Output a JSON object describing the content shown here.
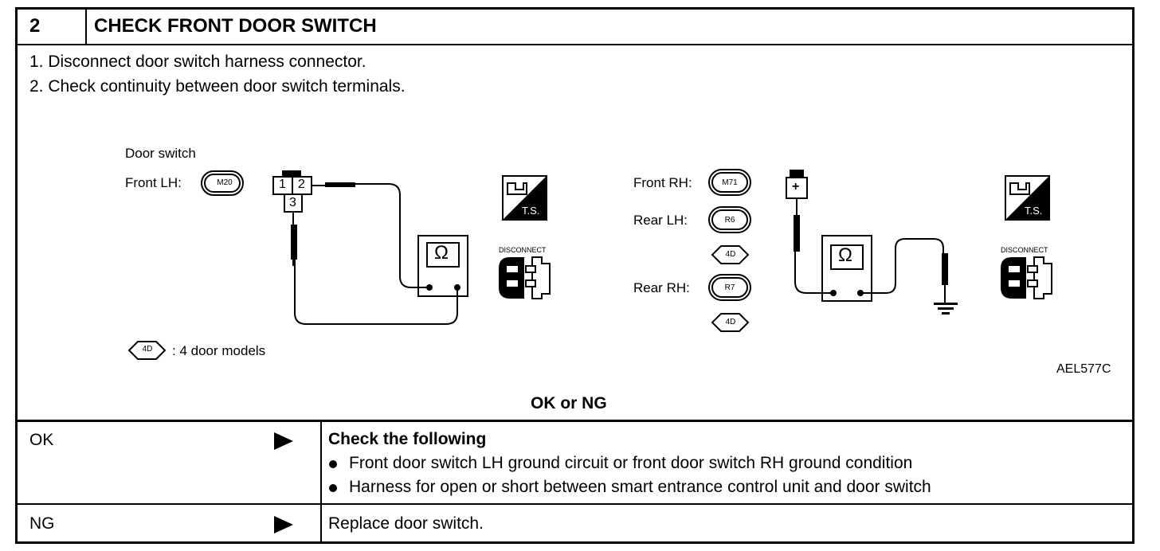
{
  "header": {
    "step_number": "2",
    "title": "CHECK FRONT DOOR SWITCH"
  },
  "instructions": [
    "1.  Disconnect door switch harness connector.",
    "2.  Check continuity between door switch terminals."
  ],
  "diagram": {
    "left": {
      "title": "Door switch",
      "front_lh_label": "Front LH:",
      "front_lh_connector": "M20",
      "terminals": [
        "1",
        "2",
        "3"
      ],
      "meter_symbol": "Ω",
      "ts_label": "T.S.",
      "disconnect_label": "DISCONNECT",
      "legend_tag": "4D",
      "legend_text": ": 4 door models"
    },
    "right": {
      "front_rh_label": "Front RH:",
      "front_rh_connector": "M71",
      "rear_lh_label": "Rear LH:",
      "rear_lh_connector": "R6",
      "rear_lh_tag": "4D",
      "rear_rh_label": "Rear RH:",
      "rear_rh_connector": "R7",
      "rear_rh_tag": "4D",
      "plus_symbol": "+",
      "meter_symbol": "Ω",
      "ts_label": "T.S.",
      "disconnect_label": "DISCONNECT"
    },
    "figure_id": "AEL577C"
  },
  "result_header": "OK or NG",
  "results": {
    "ok": {
      "label": "OK",
      "heading": "Check the following",
      "items": [
        "Front door switch LH ground circuit or front door switch RH ground condition",
        "Harness for open or short between smart entrance control unit and door switch"
      ]
    },
    "ng": {
      "label": "NG",
      "text": "Replace door switch."
    }
  }
}
